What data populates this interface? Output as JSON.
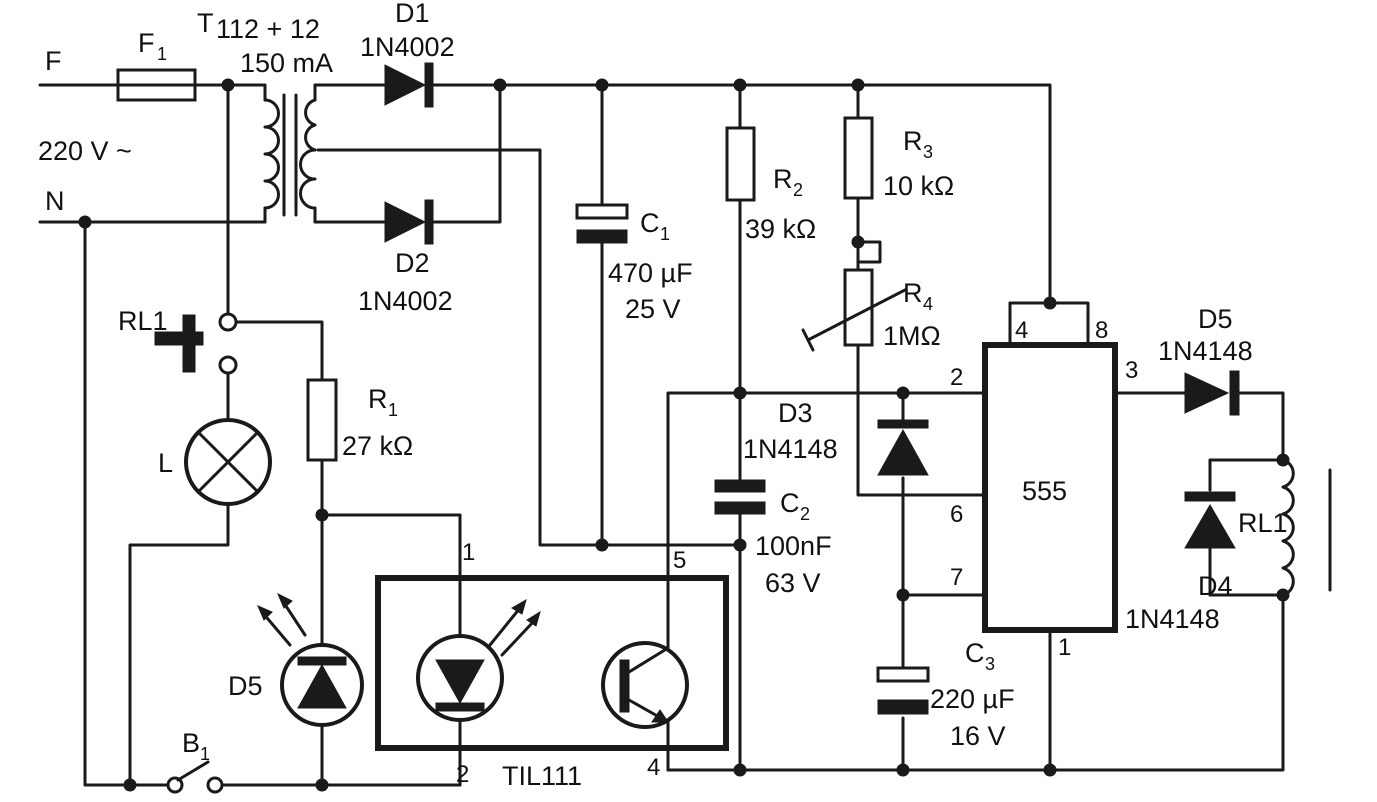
{
  "labels": {
    "line_f": "F",
    "line_n": "N",
    "mains": "220 V ~",
    "fuse": "F",
    "fuse_sub": "1",
    "transformer_t": "T",
    "transformer_rating": "112 + 12",
    "transformer_current": "150 mA",
    "d1": "D1",
    "d1_part": "1N4002",
    "d2": "D2",
    "d2_part": "1N4002",
    "c1": "C",
    "c1_sub": "1",
    "c1_value": "470 µF",
    "c1_voltage": "25 V",
    "r2": "R",
    "r2_sub": "2",
    "r2_value": "39 kΩ",
    "r3": "R",
    "r3_sub": "3",
    "r3_value": "10 kΩ",
    "r4": "R",
    "r4_sub": "4",
    "r4_value": "1MΩ",
    "rl1_contact": "RL1",
    "lamp": "L",
    "r1": "R",
    "r1_sub": "1",
    "r1_value": "27 kΩ",
    "d3": "D3",
    "d3_part": "1N4148",
    "c2": "C",
    "c2_sub": "2",
    "c2_value": "100nF",
    "c2_voltage": "63 V",
    "ic": "555",
    "d5_out": "D5",
    "d5_out_part": "1N4148",
    "rl1_coil": "RL1",
    "d4": "D4",
    "d4_part": "1N4148",
    "c3": "C",
    "c3_sub": "3",
    "c3_value": "220 µF",
    "c3_voltage": "16 V",
    "d5_led": "D5",
    "b1": "B",
    "b1_sub": "1",
    "opto": "TIL111"
  },
  "pins": {
    "opto_1": "1",
    "opto_2": "2",
    "opto_4": "4",
    "opto_5": "5",
    "ic_4": "4",
    "ic_8": "8",
    "ic_2": "2",
    "ic_3": "3",
    "ic_6": "6",
    "ic_7": "7",
    "ic_1": "1"
  }
}
